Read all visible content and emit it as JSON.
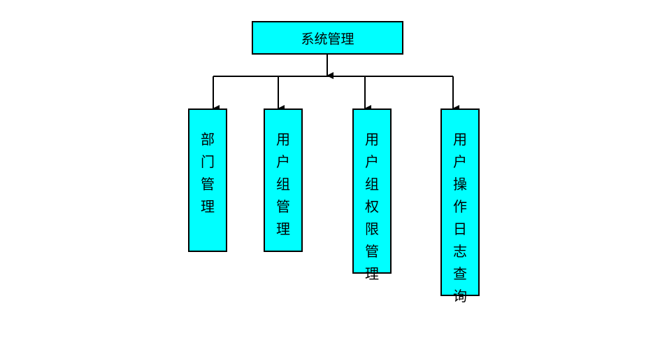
{
  "diagram": {
    "root": {
      "label": "系统管理"
    },
    "children": [
      {
        "id": "dept",
        "label": "部门管理"
      },
      {
        "id": "usergroup",
        "label": "用户组管理"
      },
      {
        "id": "perm",
        "label": "用户组权限管理"
      },
      {
        "id": "log",
        "label": "用户操作日志查询"
      }
    ],
    "colors": {
      "box_fill": "#00ffff",
      "box_border": "#000000",
      "connector": "#000000"
    }
  }
}
